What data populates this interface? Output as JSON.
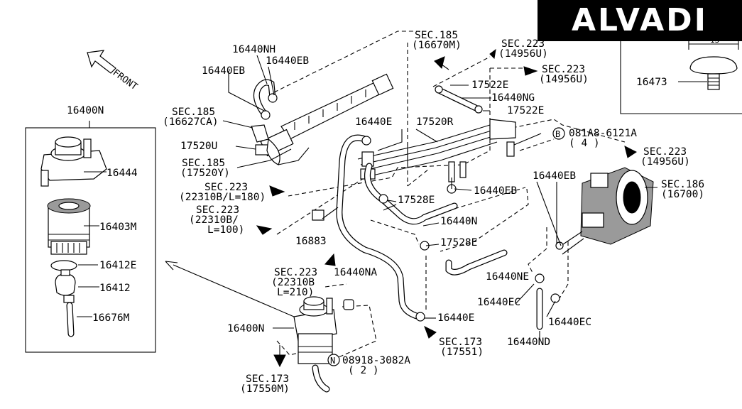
{
  "brand": "ALVADI",
  "front": "FRONT",
  "labels": {
    "l_16440nh": "16440NH",
    "l_16440eb_a": "16440EB",
    "l_16440eb_b": "16440EB",
    "l_sec185_16670": "SEC.185",
    "l_sec185_16670_sub": "(16670M)",
    "l_sec223_14956a": "SEC.223",
    "l_sec223_14956a_sub": "(14956U)",
    "l_sec223_14956b": "SEC.223",
    "l_sec223_14956b_sub": "(14956U)",
    "l_17522e_a": "17522E",
    "l_16440ng": "16440NG",
    "l_17522e_b": "17522E",
    "l_16400n_top": "16400N",
    "l_sec185_16627": "SEC.185",
    "l_sec185_16627_sub": "(16627CA)",
    "l_16440e_top": "16440E",
    "l_17520r": "17520R",
    "l_081a8": "081A8-6121A",
    "l_081a8_sub": "( 4 )",
    "l_sec223_14956c": "SEC.223",
    "l_sec223_14956c_sub": "(14956U)",
    "l_17520u": "17520U",
    "l_16444": "16444",
    "l_sec185_17520y": "SEC.185",
    "l_sec185_17520y_sub": "(17520Y)",
    "l_sec223_22310_180": "SEC.223",
    "l_sec223_22310_180_sub": "(22310B/L=180)",
    "l_16440eb_c": "16440EB",
    "l_16440eb_d": "16440EB",
    "l_sec186": "SEC.186",
    "l_sec186_sub": "(16700)",
    "l_17528e_a": "17528E",
    "l_sec223_22310_100": "SEC.223",
    "l_sec223_22310_100_sub": "(22310B/",
    "l_sec223_22310_100_sub2": "L=100)",
    "l_16403m": "16403M",
    "l_16883": "16883",
    "l_16440n": "16440N",
    "l_17528e_b": "17528E",
    "l_16412e": "16412E",
    "l_16440ne": "16440NE",
    "l_sec223_22310_210": "SEC.223",
    "l_sec223_22310_210_sub": "(22310B",
    "l_sec223_22310_210_sub2": "L=210)",
    "l_16440na": "16440NA",
    "l_16412": "16412",
    "l_16440ec_a": "16440EC",
    "l_16676m": "16676M",
    "l_16440e_bot": "16440E",
    "l_16440ec_b": "16440EC",
    "l_16400n_bot": "16400N",
    "l_sec173_17551": "SEC.173",
    "l_sec173_17551_sub": "(17551)",
    "l_16440nd": "16440ND",
    "l_08918": "08918-3082A",
    "l_08918_sub": "( 2 )",
    "l_sec173_17550": "SEC.173",
    "l_sec173_17550_sub": "(17550M)",
    "l_16473": "16473",
    "l_dim": "13",
    "badge_b": "B",
    "badge_n": "N"
  }
}
